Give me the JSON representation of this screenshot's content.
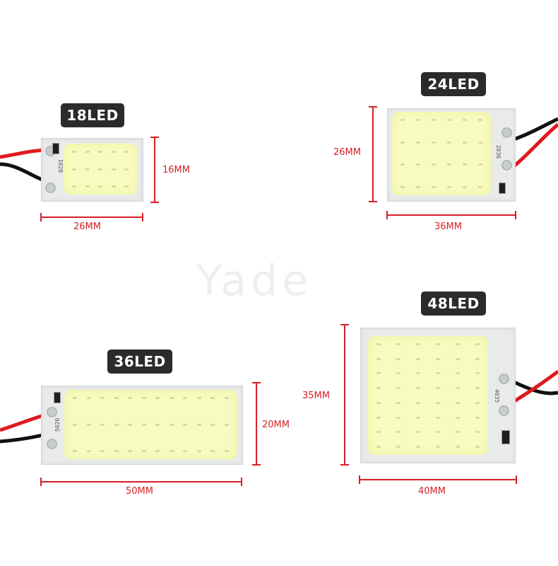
{
  "watermark": "Yade",
  "products": [
    {
      "id": "18",
      "label": "18LED",
      "width": "26MM",
      "height": "16MM",
      "code": "1820",
      "rows": 3,
      "cols": 5
    },
    {
      "id": "24",
      "label": "24LED",
      "width": "36MM",
      "height": "26MM",
      "code": "2836",
      "rows": 4,
      "cols": 6
    },
    {
      "id": "36",
      "label": "36LED",
      "width": "50MM",
      "height": "20MM",
      "code": "5020",
      "rows": 3,
      "cols": 12
    },
    {
      "id": "48",
      "label": "48LED",
      "width": "40MM",
      "height": "35MM",
      "code": "4035",
      "rows": 8,
      "cols": 6
    }
  ],
  "colors": {
    "dimension": "#d61f26",
    "badge": "#2b2b2b",
    "led_panel": "#f7fbc0",
    "board": "#e9eaea",
    "wire_red": "#e0191f",
    "wire_black": "#111111"
  }
}
